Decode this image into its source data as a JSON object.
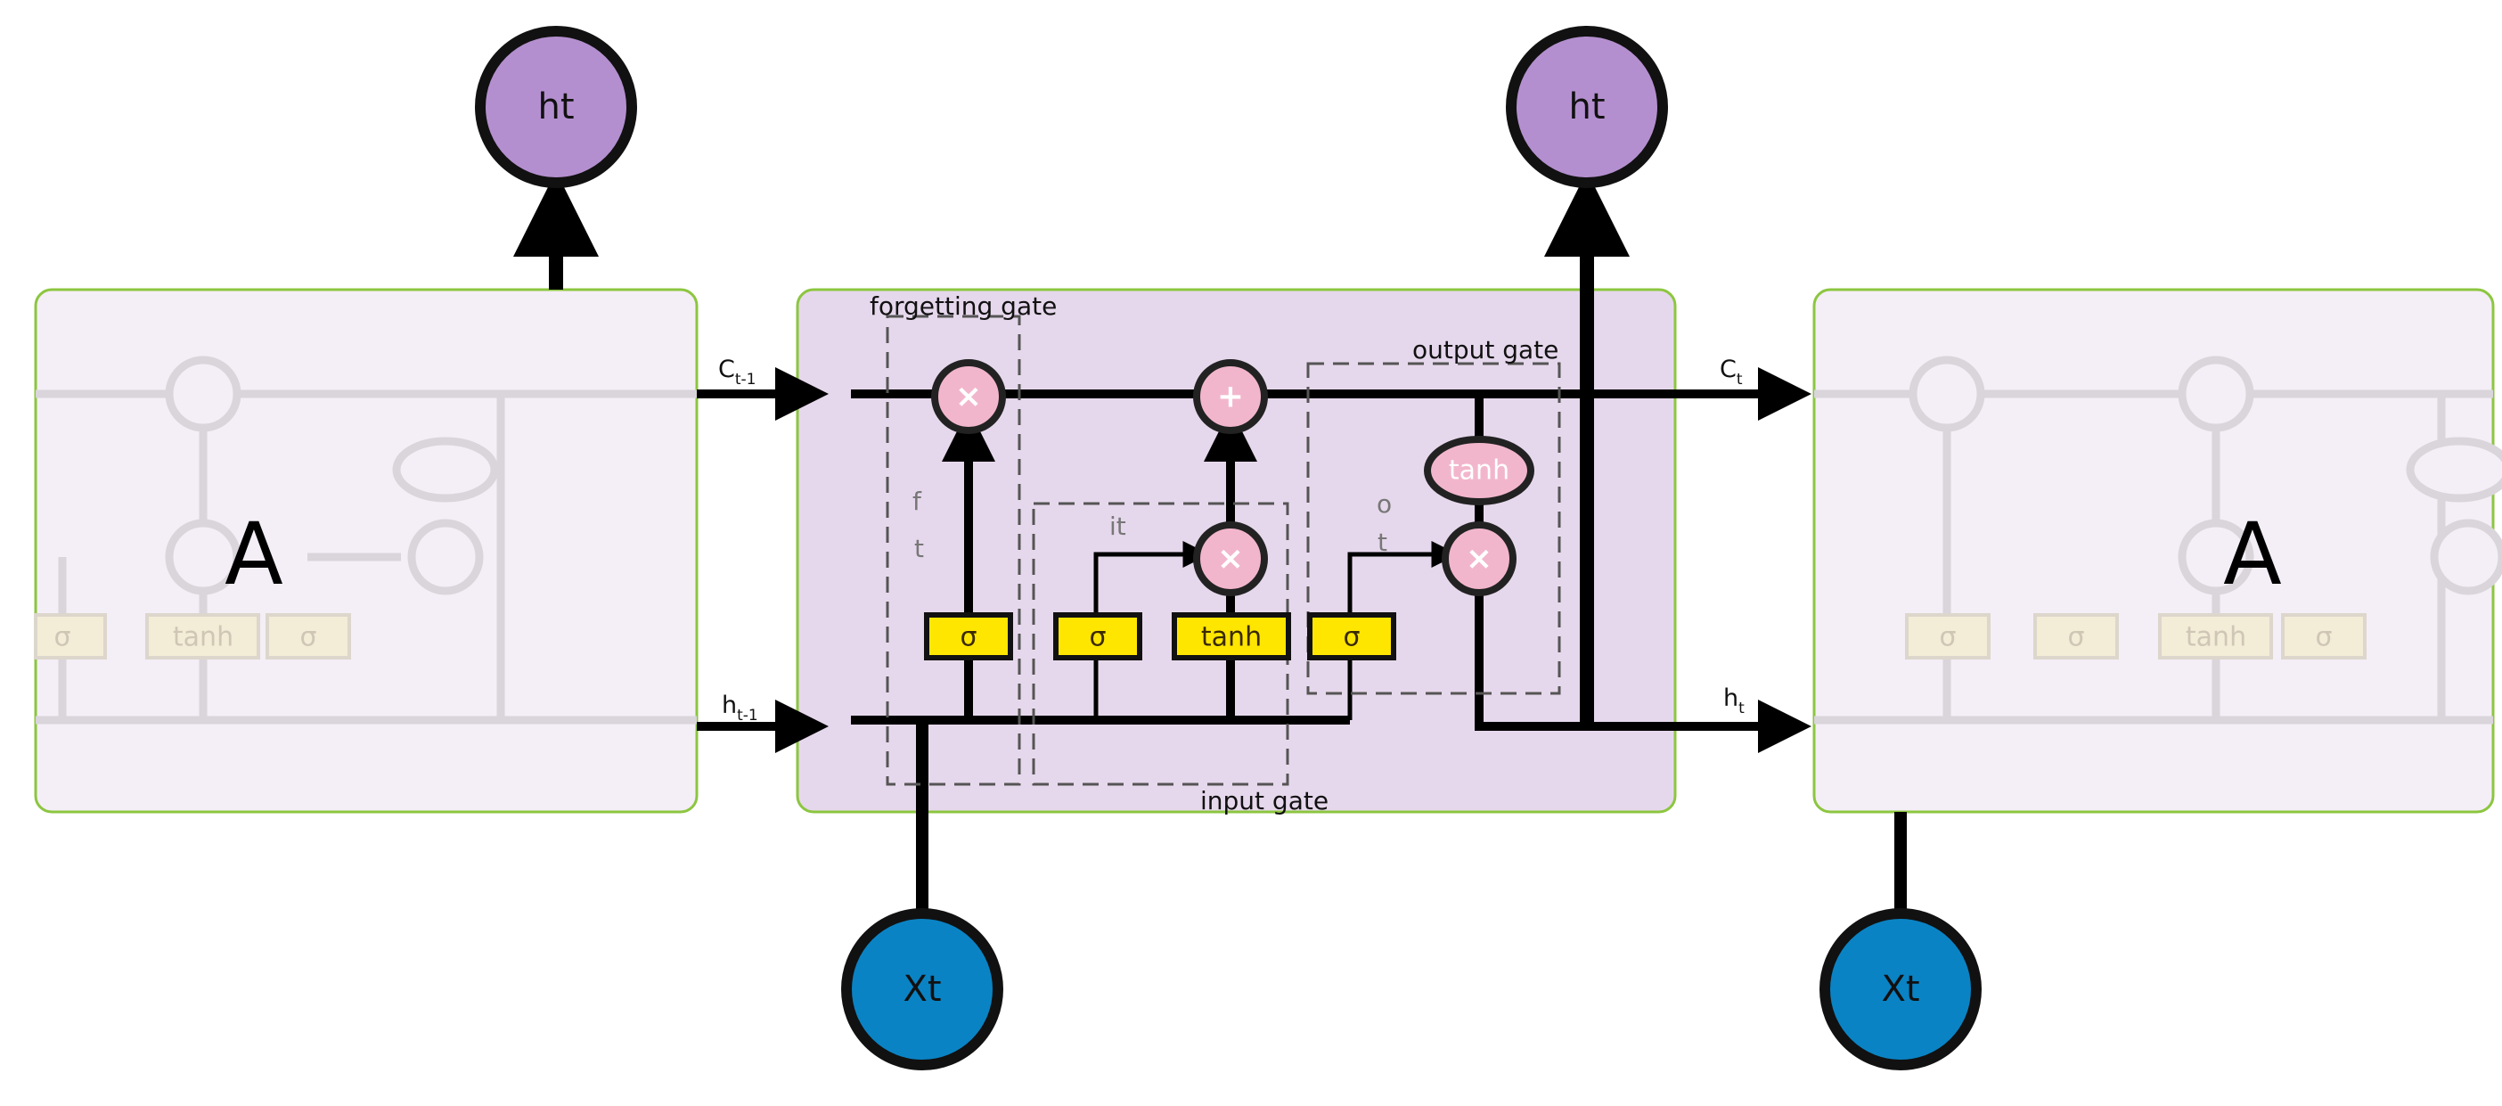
{
  "cells": {
    "left": {
      "label": "A"
    },
    "right": {
      "label": "A"
    }
  },
  "nodes": {
    "ht_left": "ht",
    "ht_center": "ht",
    "xt_center": "Xt",
    "xt_right": "Xt"
  },
  "signals": {
    "c_prev": {
      "base": "C",
      "sub": "t-1"
    },
    "h_prev": {
      "base": "h",
      "sub": "t-1"
    },
    "c_t": {
      "base": "C",
      "sub": "t"
    },
    "h_t": {
      "base": "h",
      "sub": "t"
    }
  },
  "gates": {
    "forget": "forgetting gate",
    "input": "input gate",
    "output": "output gate"
  },
  "inner_labels": {
    "f": "f",
    "f_t": "t",
    "it": "it",
    "o": "o",
    "o_t": "t"
  },
  "operators": {
    "multiply": "×",
    "add": "+",
    "tanh": "tanh"
  },
  "activations": {
    "sigma": "σ",
    "tanh": "tanh"
  },
  "colors": {
    "cell_fill": "#e6d8ec",
    "cell_faded_fill": "#f4eef6",
    "cell_border": "#8cc63f",
    "op_fill": "#f2b6cc",
    "act_fill": "#ffe600",
    "h_node": "#b48fcf",
    "x_node": "#0a83c4",
    "line": "#000000"
  }
}
